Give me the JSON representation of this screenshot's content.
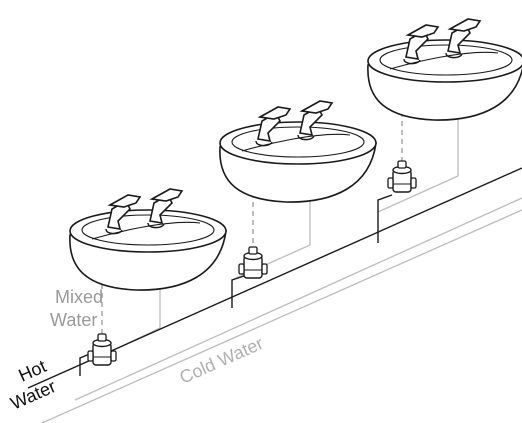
{
  "labels": {
    "mixed_line1": "Mixed",
    "mixed_line2": "Water",
    "cold": "Cold Water",
    "hot_line1": "Hot",
    "hot_line2": "Water"
  },
  "colors": {
    "outline": "#1a1a1a",
    "cold_pipe": "#bdbdbd",
    "mixed_label": "#9a9a9a",
    "cold_label": "#b0b0b0",
    "hot_label": "#111111"
  },
  "sinks": [
    {
      "id": "sink-1"
    },
    {
      "id": "sink-2"
    },
    {
      "id": "sink-3"
    }
  ]
}
